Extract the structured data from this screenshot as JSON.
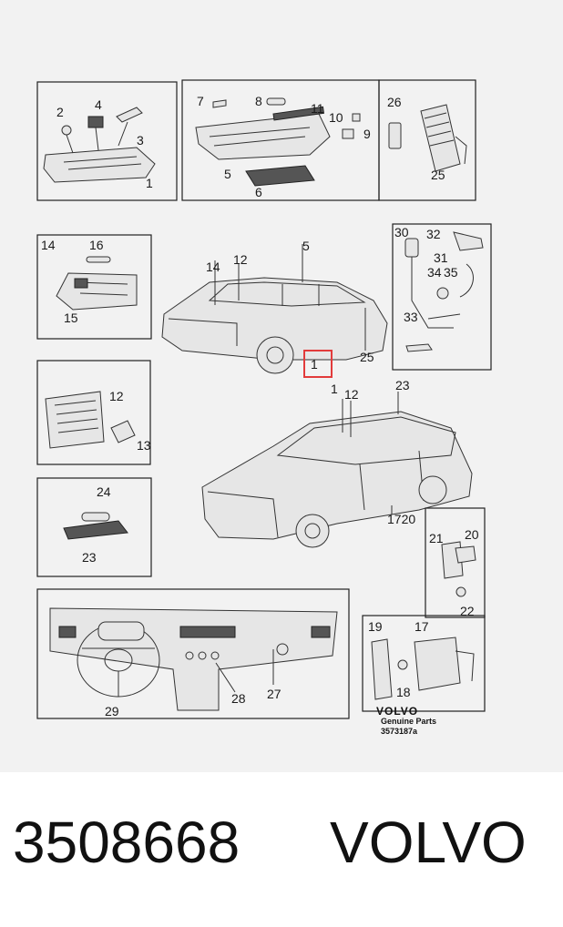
{
  "diagram": {
    "callouts": {
      "c1": "1",
      "c2": "2",
      "c3": "3",
      "c4": "4",
      "c5a": "5",
      "c6": "6",
      "c7": "7",
      "c8": "8",
      "c9": "9",
      "c10": "10",
      "c11": "11",
      "c26": "26",
      "c25a": "25",
      "c14a": "14",
      "c16": "16",
      "c15": "15",
      "c14b": "14",
      "c12a": "12",
      "c5b": "5",
      "c25b": "25",
      "c120a": "1",
      "c30": "30",
      "c32": "32",
      "c31": "31",
      "c34": "34",
      "c35": "35",
      "c33": "33",
      "c12b": "12",
      "c13": "13",
      "c1b": "1",
      "c12c": "12",
      "c23a": "23",
      "c24": "24",
      "c23b": "23",
      "c1720": "1720",
      "c21": "21",
      "c20": "20",
      "c22": "22",
      "c29": "29",
      "c28": "28",
      "c27": "27",
      "c19": "19",
      "c17": "17",
      "c18": "18"
    },
    "brand_logo": "VOLVO",
    "genuine_parts": "Genuine Parts",
    "drawing_number": "3573187a",
    "highlight_color": "#e23b3b"
  },
  "caption": {
    "part_number": "3508668",
    "brand": "VOLVO"
  }
}
